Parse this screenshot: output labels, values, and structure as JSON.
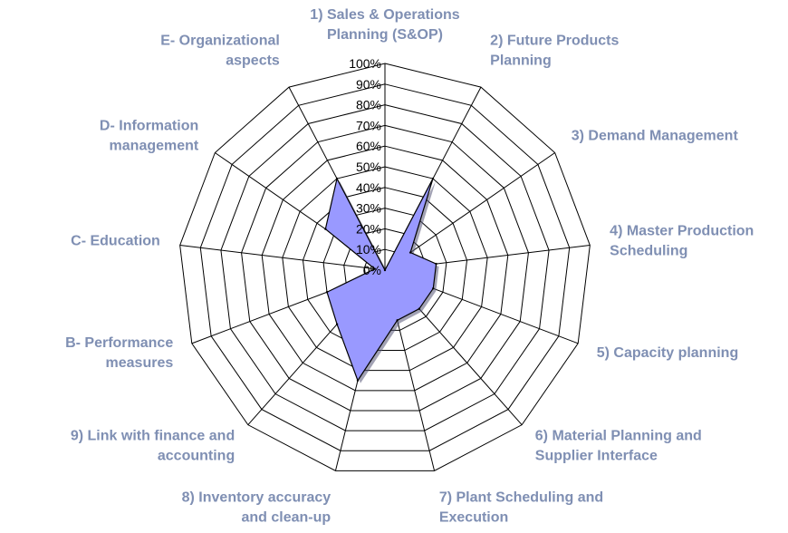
{
  "chart_data": {
    "type": "radar",
    "categories": [
      [
        "1) Sales & Operations",
        "Planning (S&OP)"
      ],
      [
        "2) Future Products",
        "Planning"
      ],
      [
        "3) Demand Management"
      ],
      [
        "4) Master Production",
        "Scheduling"
      ],
      [
        "5) Capacity planning"
      ],
      [
        "6) Material Planning and",
        "Supplier Interface"
      ],
      [
        "7) Plant Scheduling and",
        "Execution"
      ],
      [
        "8) Inventory accuracy",
        "and clean-up"
      ],
      [
        "9) Link with finance and",
        "accounting"
      ],
      [
        "B- Performance",
        "measures"
      ],
      [
        "C- Education"
      ],
      [
        "D- Information",
        "management"
      ],
      [
        "E- Organizational",
        "aspects"
      ]
    ],
    "values": [
      0,
      50,
      15,
      25,
      25,
      25,
      25,
      55,
      35,
      30,
      5,
      35,
      50
    ],
    "rlim": [
      0,
      100
    ],
    "ticks": [
      "0%",
      "10%",
      "20%",
      "30%",
      "40%",
      "50%",
      "60%",
      "70%",
      "80%",
      "90%",
      "100%"
    ],
    "grid": true,
    "legend": "none",
    "colors": {
      "fill": "#9999ff",
      "stroke": "#000000",
      "label": "#7f8fb3"
    }
  }
}
